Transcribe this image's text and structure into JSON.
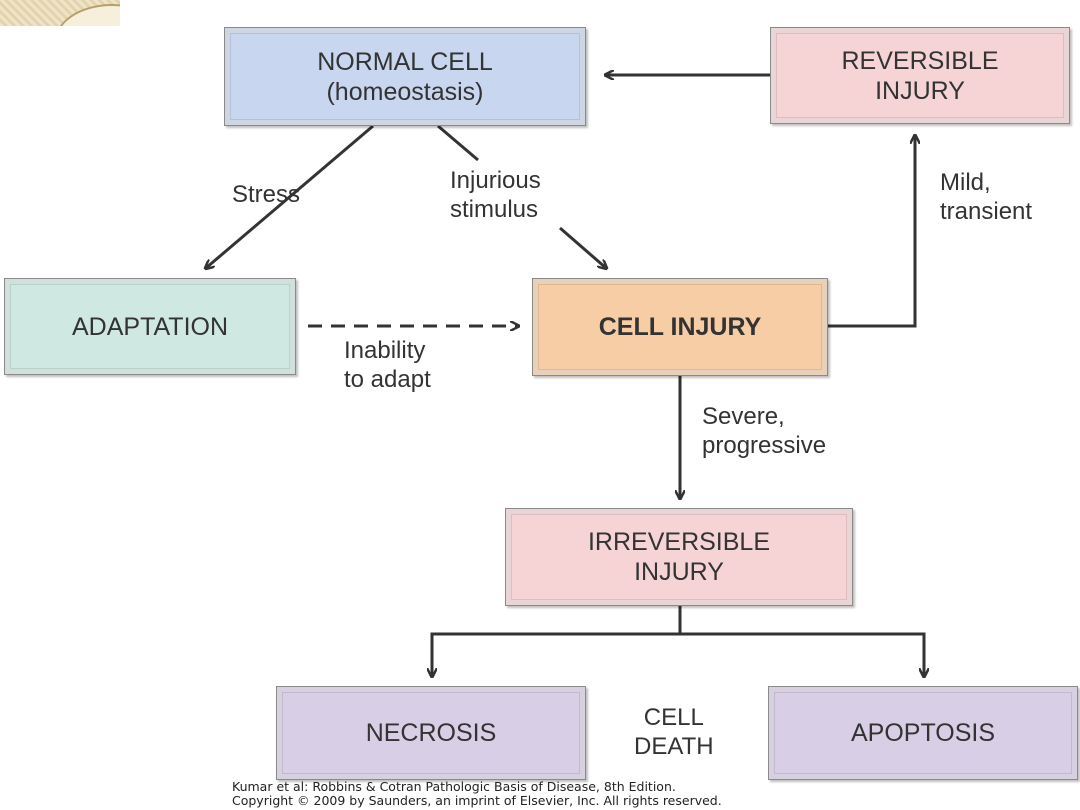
{
  "colors": {
    "normal": "#c9d6ef",
    "reversible": "#f6d4d6",
    "adaptation": "#cfe8e2",
    "injury": "#f7cda5",
    "irreversible": "#f6d4d6",
    "death": "#d8cfe6",
    "arrow": "#333333"
  },
  "boxes": {
    "normal_cell": "NORMAL CELL\n(homeostasis)",
    "reversible_injury": "REVERSIBLE\nINJURY",
    "adaptation": "ADAPTATION",
    "cell_injury": "CELL INJURY",
    "irreversible_injury": "IRREVERSIBLE\nINJURY",
    "necrosis": "NECROSIS",
    "apoptosis": "APOPTOSIS"
  },
  "labels": {
    "stress": "Stress",
    "injurious_stimulus": "Injurious\nstimulus",
    "mild_transient": "Mild,\ntransient",
    "inability_to_adapt": "Inability\nto adapt",
    "severe_progressive": "Severe,\nprogressive",
    "cell_death": "CELL\nDEATH"
  },
  "caption": {
    "line1": "Kumar et al: Robbins & Cotran Pathologic Basis of Disease, 8th Edition.",
    "line2": "Copyright © 2009 by Saunders, an imprint of Elsevier, Inc. All rights reserved."
  }
}
